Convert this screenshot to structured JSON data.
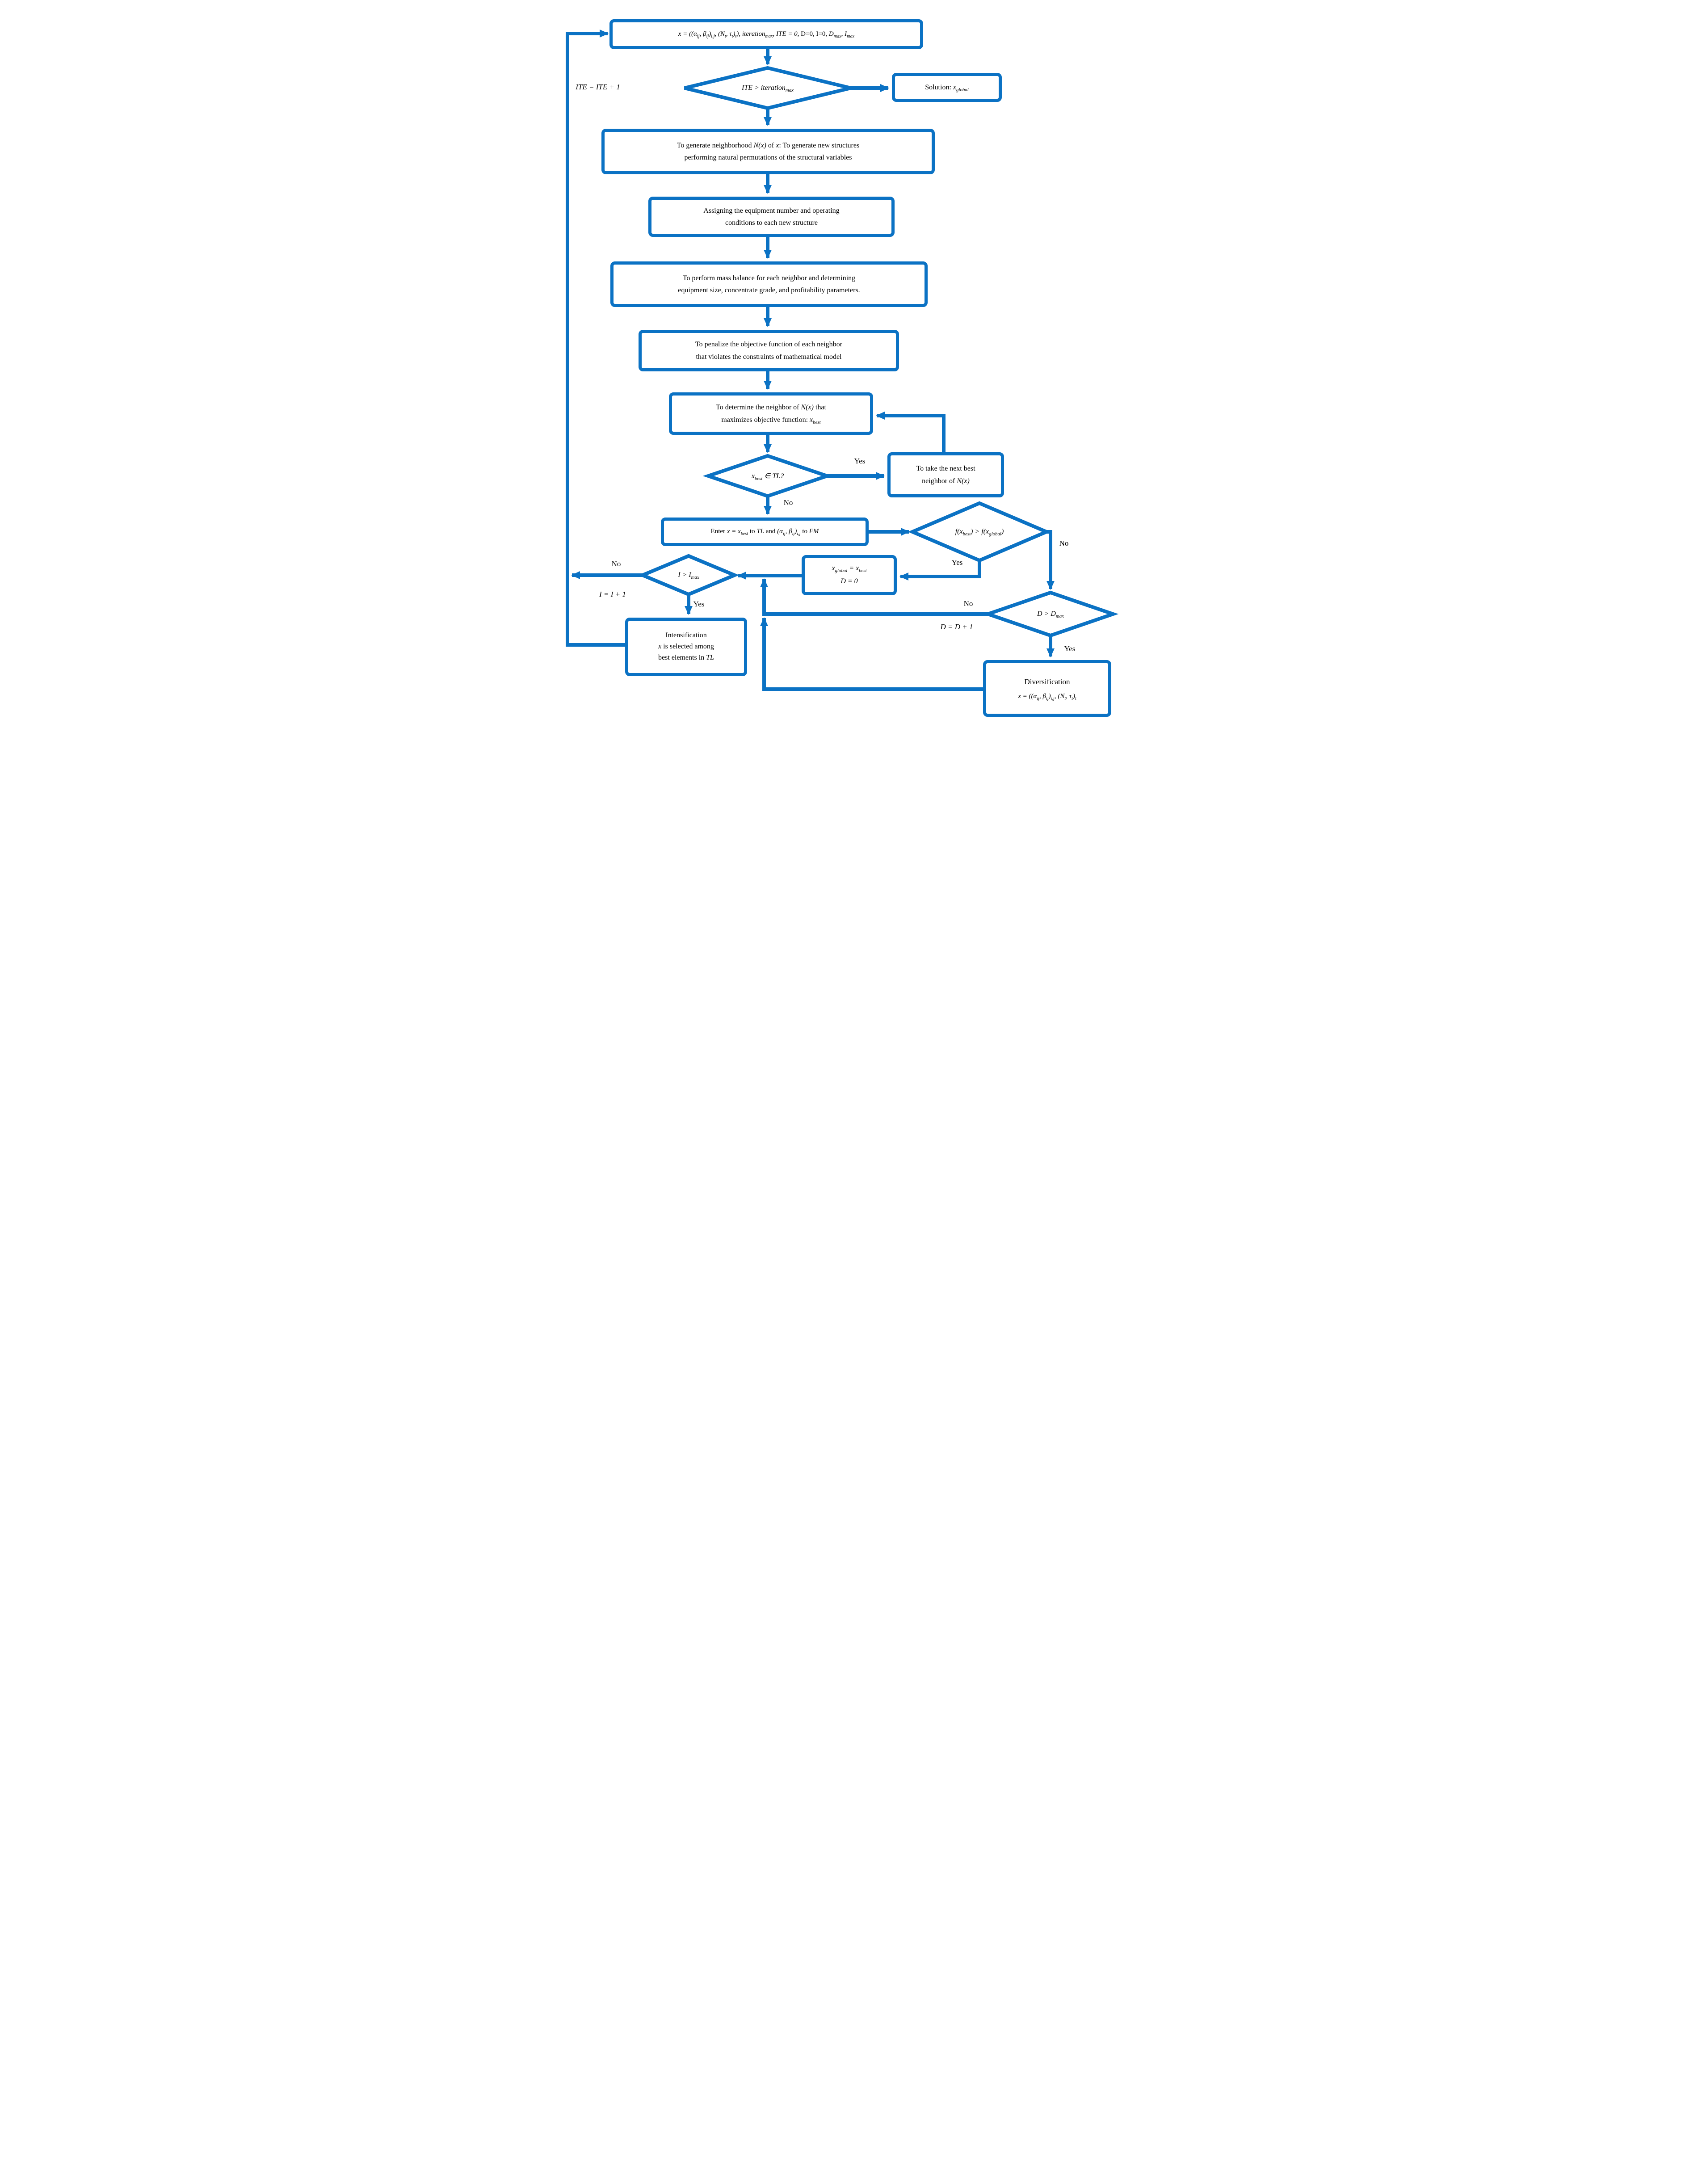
{
  "colors": {
    "line": "#0b72c4",
    "text": "#000000",
    "background": "#ffffff"
  },
  "nodes": {
    "start": {
      "text": "*x = ((α_{ij}, β_{ij})_{i,j}, (N_{t}, τ_{t})_{t}), iteration_{max}, ITE = 0,* D=0, I=0, *D_{max}, I_{max}*"
    },
    "decision_iteration": {
      "text": "*ITE > iteration_{max}*"
    },
    "solution": {
      "text": "Solution: *x_{global}*"
    },
    "generate_neighborhood": {
      "line1": "To generate neighborhood *N(x)* of *x*: To generate new structures",
      "line2": "performing natural permutations of the structural variables"
    },
    "assign_equipment": {
      "line1": "Assigning the equipment number and operating",
      "line2": "conditions to each new structure"
    },
    "mass_balance": {
      "line1": "To perform mass balance for each neighbor and determining",
      "line2": "equipment size, concentrate grade, and profitability parameters."
    },
    "penalize_objective": {
      "line1": "To penalize the objective function of each neighbor",
      "line2": "that violates the constraints of mathematical model"
    },
    "determine_best_neighbor": {
      "line1": "To determine the neighbor of *N(x)* that",
      "line2": "maximizes objective function: *x_{best}*"
    },
    "decision_tabu_list": {
      "text": "*x_{best} ∈ TL?*"
    },
    "take_next_best": {
      "line1": "To take the next best",
      "line2": "neighbor of *N(x)*"
    },
    "enter_tabu_list": {
      "text": "Enter *x = x_{best}* to *TL* and *(α_{ij}, β_{ij})_{i,j}* to *FM*"
    },
    "decision_objective": {
      "text": "*f(x_{best}) > f(x_{global})*"
    },
    "update_global": {
      "line1": "*x_{global} = x_{best}*",
      "line2": "*D = 0*"
    },
    "decision_intensification": {
      "text": "*I > I_{max}*"
    },
    "intensification": {
      "line1": "Intensification",
      "line2": "*x* is selected among",
      "line3": "best elements in *TL*"
    },
    "decision_diversification": {
      "text": "*D > D_{max}*"
    },
    "diversification": {
      "line1": "Diversification",
      "line2": "*x = ((α_{ij}, β_{ij})_{i,j}, (N_{t}, τ_{t})_{t}*"
    }
  },
  "labels": {
    "ite_increment": "*ITE = ITE + 1*",
    "i_increment": "*I = I + 1*",
    "d_increment": "*D = D + 1*",
    "tl_yes": "Yes",
    "tl_no": "No",
    "objective_yes": "Yes",
    "objective_no": "No",
    "intensification_yes": "Yes",
    "intensification_no": "No",
    "diversification_yes": "Yes",
    "diversification_no": "No"
  }
}
